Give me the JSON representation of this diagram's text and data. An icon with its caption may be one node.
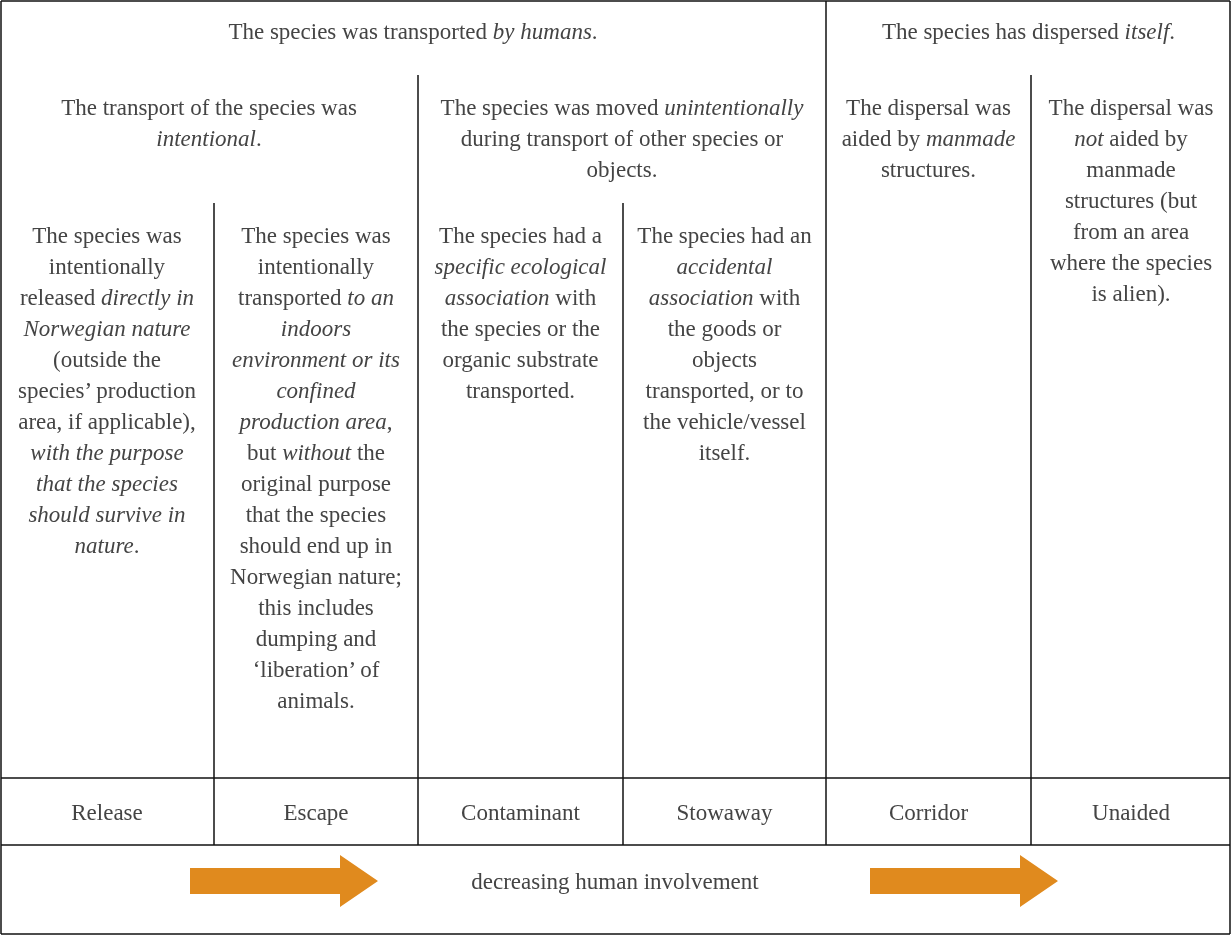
{
  "diagram": {
    "labels": [
      "The species was transported *by humans*.",
      "The species has dispersed *itself*.",
      "The transport of the species was *intentional*.",
      "The species was moved *unintentionally* during transport of other species or objects.",
      "The dispersal was aided by *manmade* structures.",
      "The dispersal was *not* aided by manmade structures (but from an area where the species is alien).",
      "The species was intentionally released *directly in Norwegian nature* (outside the species’ production area, if applicable), *with the purpose that the species should survive in nature*.",
      "The species was intentionally transported *to an indoors environment or its confined production area*, but *without* the original purpose that the species should end up in Norwegian nature; this includes dumping and ‘liberation’ of animals.",
      "The species had a *specific ecological association* with the species or the organic substrate transported.",
      "The species had an *accidental association* with the goods or objects transported, or to the vehicle/vessel itself.",
      "Release",
      "Escape",
      "Contaminant",
      "Stowaway",
      "Corridor",
      "Unaided",
      "decreasing human involvement"
    ]
  }
}
